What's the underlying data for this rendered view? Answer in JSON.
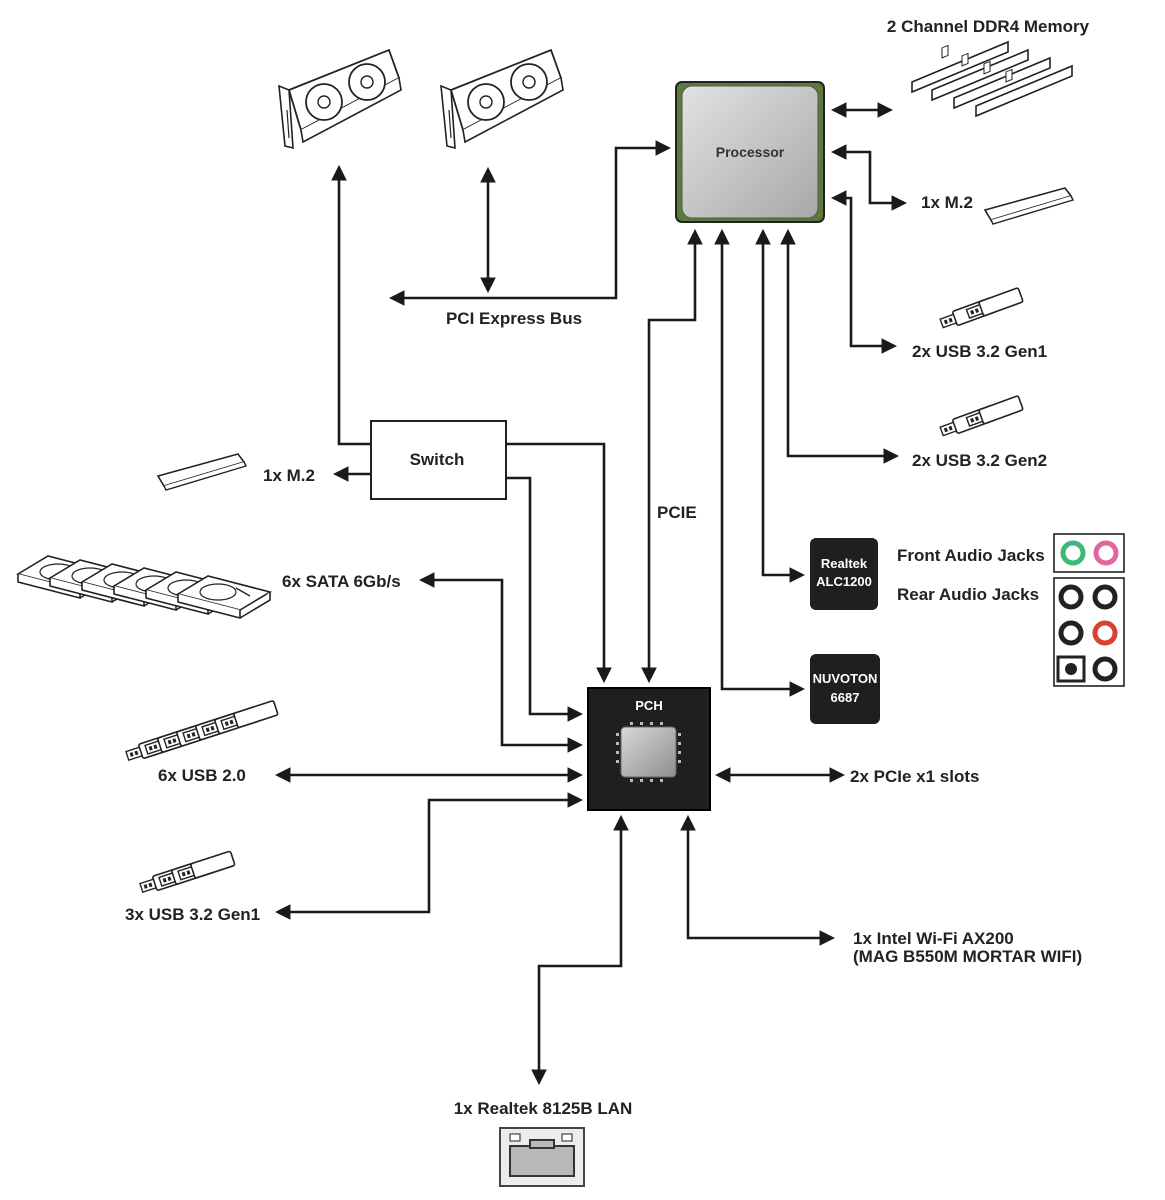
{
  "labels": {
    "memory": "2 Channel DDR4 Memory",
    "processor": "Processor",
    "cpu_m2": "1x M.2",
    "pci_express_bus": "PCI Express Bus",
    "usb32_gen1_cpu": "2x USB 3.2 Gen1",
    "usb32_gen2_cpu": "2x USB 3.2 Gen2",
    "switch": "Switch",
    "switch_m2": "1x M.2",
    "pcie": "PCIE",
    "realtek_line1": "Realtek",
    "realtek_line2": "ALC1200",
    "front_audio": "Front Audio Jacks",
    "rear_audio": "Rear Audio Jacks",
    "sata": "6x SATA 6Gb/s",
    "nuvoton_line1": "NUVOTON",
    "nuvoton_line2": "6687",
    "pch": "PCH",
    "usb20": "6x USB 2.0",
    "pcie_x1": "2x PCIe x1 slots",
    "usb32_gen1_pch": "3x USB 3.2 Gen1",
    "wifi_line1": "1x Intel Wi-Fi AX200",
    "wifi_line2": "(MAG B550M MORTAR WIFI)",
    "lan": "1x Realtek 8125B LAN"
  },
  "icons": [
    "gpu-card-icon",
    "ram-stick-icon",
    "m2-ssd-icon",
    "usb-stick-icon",
    "hdd-icon",
    "audio-jack-icon",
    "ethernet-port-icon"
  ],
  "colors": {
    "line": "#1a1a1a",
    "cpu_frame": "#5a7a3a",
    "chip_dark": "#1f1f1f",
    "jack_green": "#3cb878",
    "jack_pink": "#e066a0",
    "jack_red": "#d9402f"
  }
}
